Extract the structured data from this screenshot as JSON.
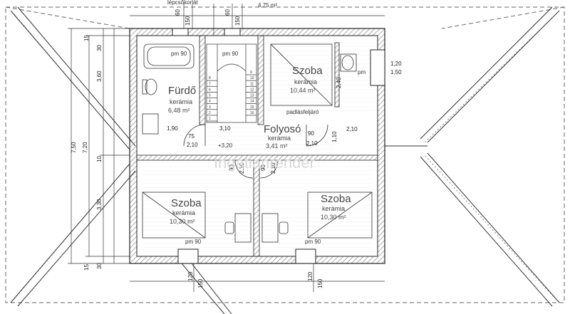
{
  "labels": {
    "stair_label": "lépcsőkorlát",
    "stair_area": "4,75 m²",
    "attic_hatch": "padlásfeljáró",
    "watermark": "Ingatlanrender"
  },
  "rooms": [
    {
      "name": "Fürdő",
      "material": "kerámia",
      "area": "6,48 m²"
    },
    {
      "name": "Szoba",
      "material": "kerámia",
      "area": "10,44 m²"
    },
    {
      "name": "Folyosó",
      "material": "kerámia",
      "area": "3,41 m²"
    },
    {
      "name": "Szoba",
      "material": "kerámia",
      "area": "10,30 m²"
    },
    {
      "name": "Szoba",
      "material": "kerámia",
      "area": "10,30 m²"
    }
  ],
  "windows": {
    "bath": "pm 90",
    "stair": "pm 90",
    "bottom_left": "pm 90",
    "bottom_right": "pm 90",
    "right_short": "pm"
  },
  "level": "+3,20",
  "dimensions": {
    "top_left_a": "60",
    "top_left_b": "150",
    "top_mid_a": "60",
    "top_mid_b": "150",
    "left_outer": "7,50",
    "left_inner": "7,20",
    "left_a": "15",
    "left_b": "30",
    "left_c": "3,60",
    "left_d": "10",
    "left_e": "3,30",
    "left_f": "30",
    "left_g": "15",
    "right_top_a": "1,20",
    "right_top_b": "1,50",
    "bath_w": "1,90",
    "hall_w": "3,10",
    "door_a": "75",
    "door_b": "2,10",
    "door_c": "90",
    "door_d": "2,10",
    "szoba_w": "2,10",
    "szoba_h": "2,40",
    "szoba_h2": "1,10",
    "door_e": "90",
    "door_f": "2,10",
    "door_g": "90",
    "door_h": "2,10",
    "bottom_a": "120",
    "bottom_b": "150",
    "bottom_c": "120",
    "bottom_d": "150"
  },
  "stair_steps": [
    "1",
    "2",
    "3",
    "4",
    "5",
    "6",
    "7",
    "8",
    "9",
    "10",
    "11",
    "12",
    "13",
    "14",
    "15",
    "16"
  ]
}
